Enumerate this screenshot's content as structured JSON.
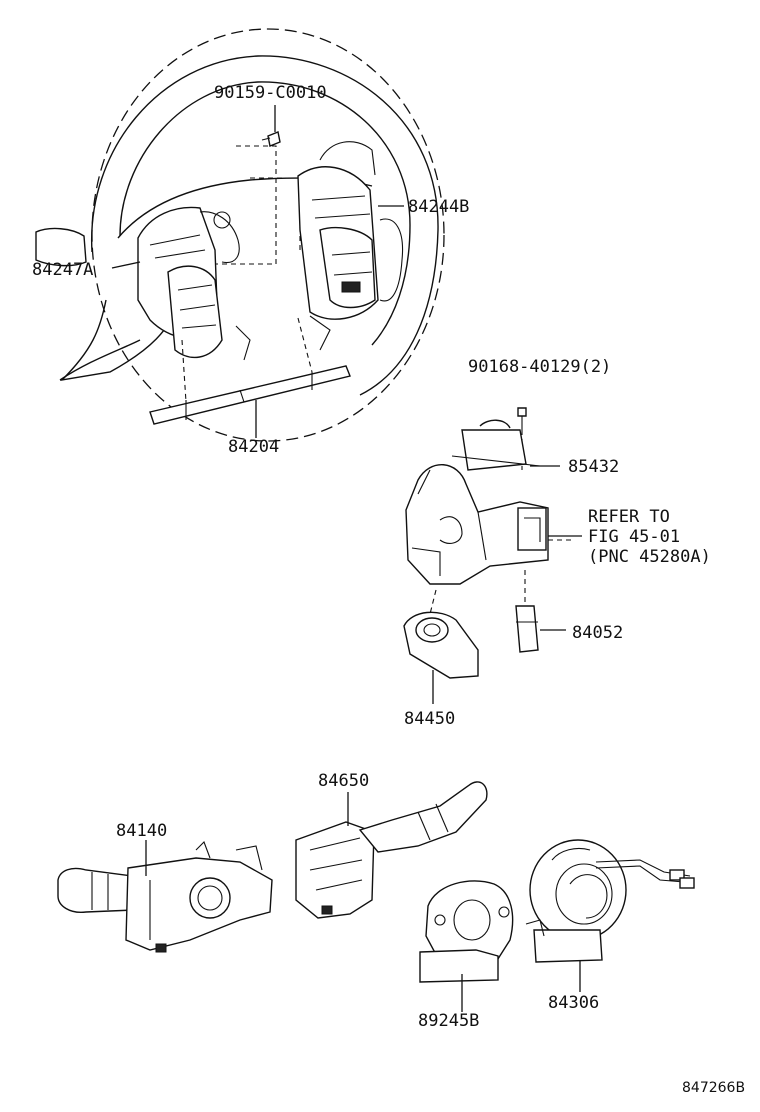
{
  "labels": {
    "p90159": "90159-C0010",
    "p84244b": "84244B",
    "p84247a": "84247A",
    "p84204": "84204",
    "p90168": "90168-40129(2)",
    "p85432": "85432",
    "refer1": "REFER TO",
    "refer2": "FIG 45-01",
    "refer3": "(PNC 45280A)",
    "p84052": "84052",
    "p84450": "84450",
    "p84650": "84650",
    "p84140": "84140",
    "p89245b": "89245B",
    "p84306": "84306",
    "figure_id": "847266B"
  }
}
